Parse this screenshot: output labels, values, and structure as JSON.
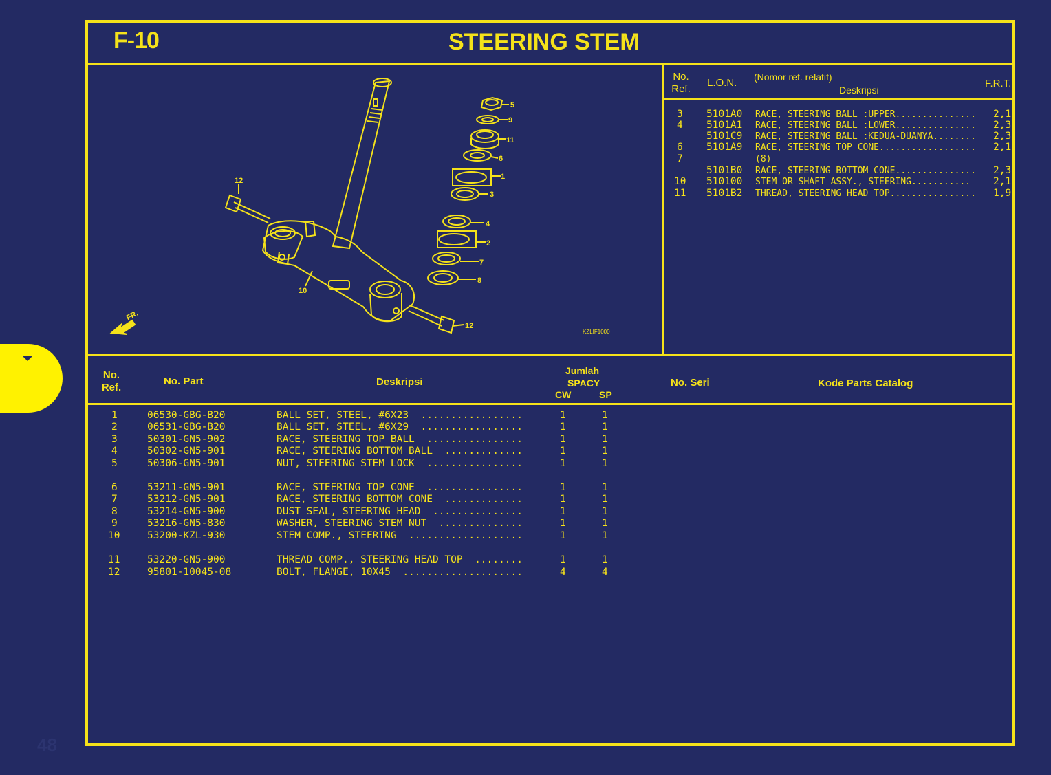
{
  "header": {
    "code": "F-10",
    "title": "STEERING STEM"
  },
  "diagram": {
    "code": "KZLIF1000",
    "fr_label": "FR.",
    "callouts": [
      "5",
      "9",
      "11",
      "6",
      "1",
      "3",
      "4",
      "2",
      "7",
      "8",
      "12",
      "10",
      "12"
    ]
  },
  "ref_table": {
    "headers": {
      "no_ref_1": "No.",
      "no_ref_2": "Ref.",
      "lon": "L.O.N.",
      "nomor": "(Nomor ref. relatif)",
      "deskripsi": "Deskripsi",
      "frt": "F.R.T."
    },
    "rows": [
      {
        "ref": "3",
        "lon": "5101A0",
        "desc": "RACE, STEERING BALL :UPPER...............",
        "frt": "2,1"
      },
      {
        "ref": "4",
        "lon": "5101A1",
        "desc": "RACE, STEERING BALL :LOWER...............",
        "frt": "2,3"
      },
      {
        "ref": "",
        "lon": "5101C9",
        "desc": "RACE, STEERING BALL :KEDUA-DUANYA........",
        "frt": "2,3"
      },
      {
        "ref": "6",
        "lon": "5101A9",
        "desc": "RACE, STEERING TOP CONE..................",
        "frt": "2,1"
      },
      {
        "ref": "7",
        "lon": "",
        "desc": "(8)",
        "frt": ""
      },
      {
        "ref": "",
        "lon": "5101B0",
        "desc": "RACE, STEERING BOTTOM CONE...............",
        "frt": "2,3"
      },
      {
        "ref": "10",
        "lon": "510100",
        "desc": "STEM OR SHAFT ASSY., STEERING...........",
        "frt": "2,1"
      },
      {
        "ref": "11",
        "lon": "5101B2",
        "desc": "THREAD, STEERING HEAD TOP................",
        "frt": "1,9"
      }
    ]
  },
  "parts_table": {
    "headers": {
      "no_ref_1": "No.",
      "no_ref_2": "Ref.",
      "no_part": "No. Part",
      "deskripsi": "Deskripsi",
      "jumlah": "Jumlah",
      "spacy": "SPACY",
      "cw": "CW",
      "sp": "SP",
      "no_seri": "No. Seri",
      "kode": "Kode Parts Catalog"
    },
    "groups": [
      [
        {
          "ref": "1",
          "part": "06530-GBG-B20",
          "desc": "BALL SET, STEEL, #6X23  .................",
          "cw": "1",
          "sp": "1"
        },
        {
          "ref": "2",
          "part": "06531-GBG-B20",
          "desc": "BALL SET, STEEL, #6X29  .................",
          "cw": "1",
          "sp": "1"
        },
        {
          "ref": "3",
          "part": "50301-GN5-902",
          "desc": "RACE, STEERING TOP BALL  ................",
          "cw": "1",
          "sp": "1"
        },
        {
          "ref": "4",
          "part": "50302-GN5-901",
          "desc": "RACE, STEERING BOTTOM BALL  .............",
          "cw": "1",
          "sp": "1"
        },
        {
          "ref": "5",
          "part": "50306-GN5-901",
          "desc": "NUT, STEERING STEM LOCK  ................",
          "cw": "1",
          "sp": "1"
        }
      ],
      [
        {
          "ref": "6",
          "part": "53211-GN5-901",
          "desc": "RACE, STEERING TOP CONE  ................",
          "cw": "1",
          "sp": "1"
        },
        {
          "ref": "7",
          "part": "53212-GN5-901",
          "desc": "RACE, STEERING BOTTOM CONE  .............",
          "cw": "1",
          "sp": "1"
        },
        {
          "ref": "8",
          "part": "53214-GN5-900",
          "desc": "DUST SEAL, STEERING HEAD  ...............",
          "cw": "1",
          "sp": "1"
        },
        {
          "ref": "9",
          "part": "53216-GN5-830",
          "desc": "WASHER, STEERING STEM NUT  ..............",
          "cw": "1",
          "sp": "1"
        },
        {
          "ref": "10",
          "part": "53200-KZL-930",
          "desc": "STEM COMP., STEERING  ...................",
          "cw": "1",
          "sp": "1"
        }
      ],
      [
        {
          "ref": "11",
          "part": "53220-GN5-900",
          "desc": "THREAD COMP., STEERING HEAD TOP  ........",
          "cw": "1",
          "sp": "1"
        },
        {
          "ref": "12",
          "part": "95801-10045-08",
          "desc": "BOLT, FLANGE, 10X45  ....................",
          "cw": "4",
          "sp": "4"
        }
      ]
    ]
  },
  "page_number": "48",
  "colors": {
    "background": "#232a63",
    "accent": "#f5e21a",
    "tab": "#fff200"
  }
}
